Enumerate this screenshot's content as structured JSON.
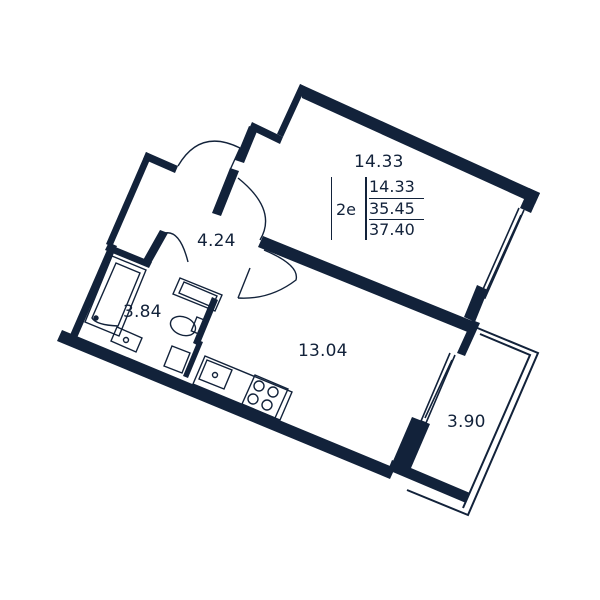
{
  "rooms": {
    "bedroom": "14.33",
    "hall": "4.24",
    "bathroom": "3.84",
    "kitchen_living": "13.04",
    "balcony": "3.90"
  },
  "summary": {
    "type": "2е",
    "living_area": "14.33",
    "total_area": "35.45",
    "total_with_balcony": "37.40"
  },
  "colors": {
    "wall": "#12223a",
    "line": "#12223a",
    "background": "#ffffff"
  }
}
